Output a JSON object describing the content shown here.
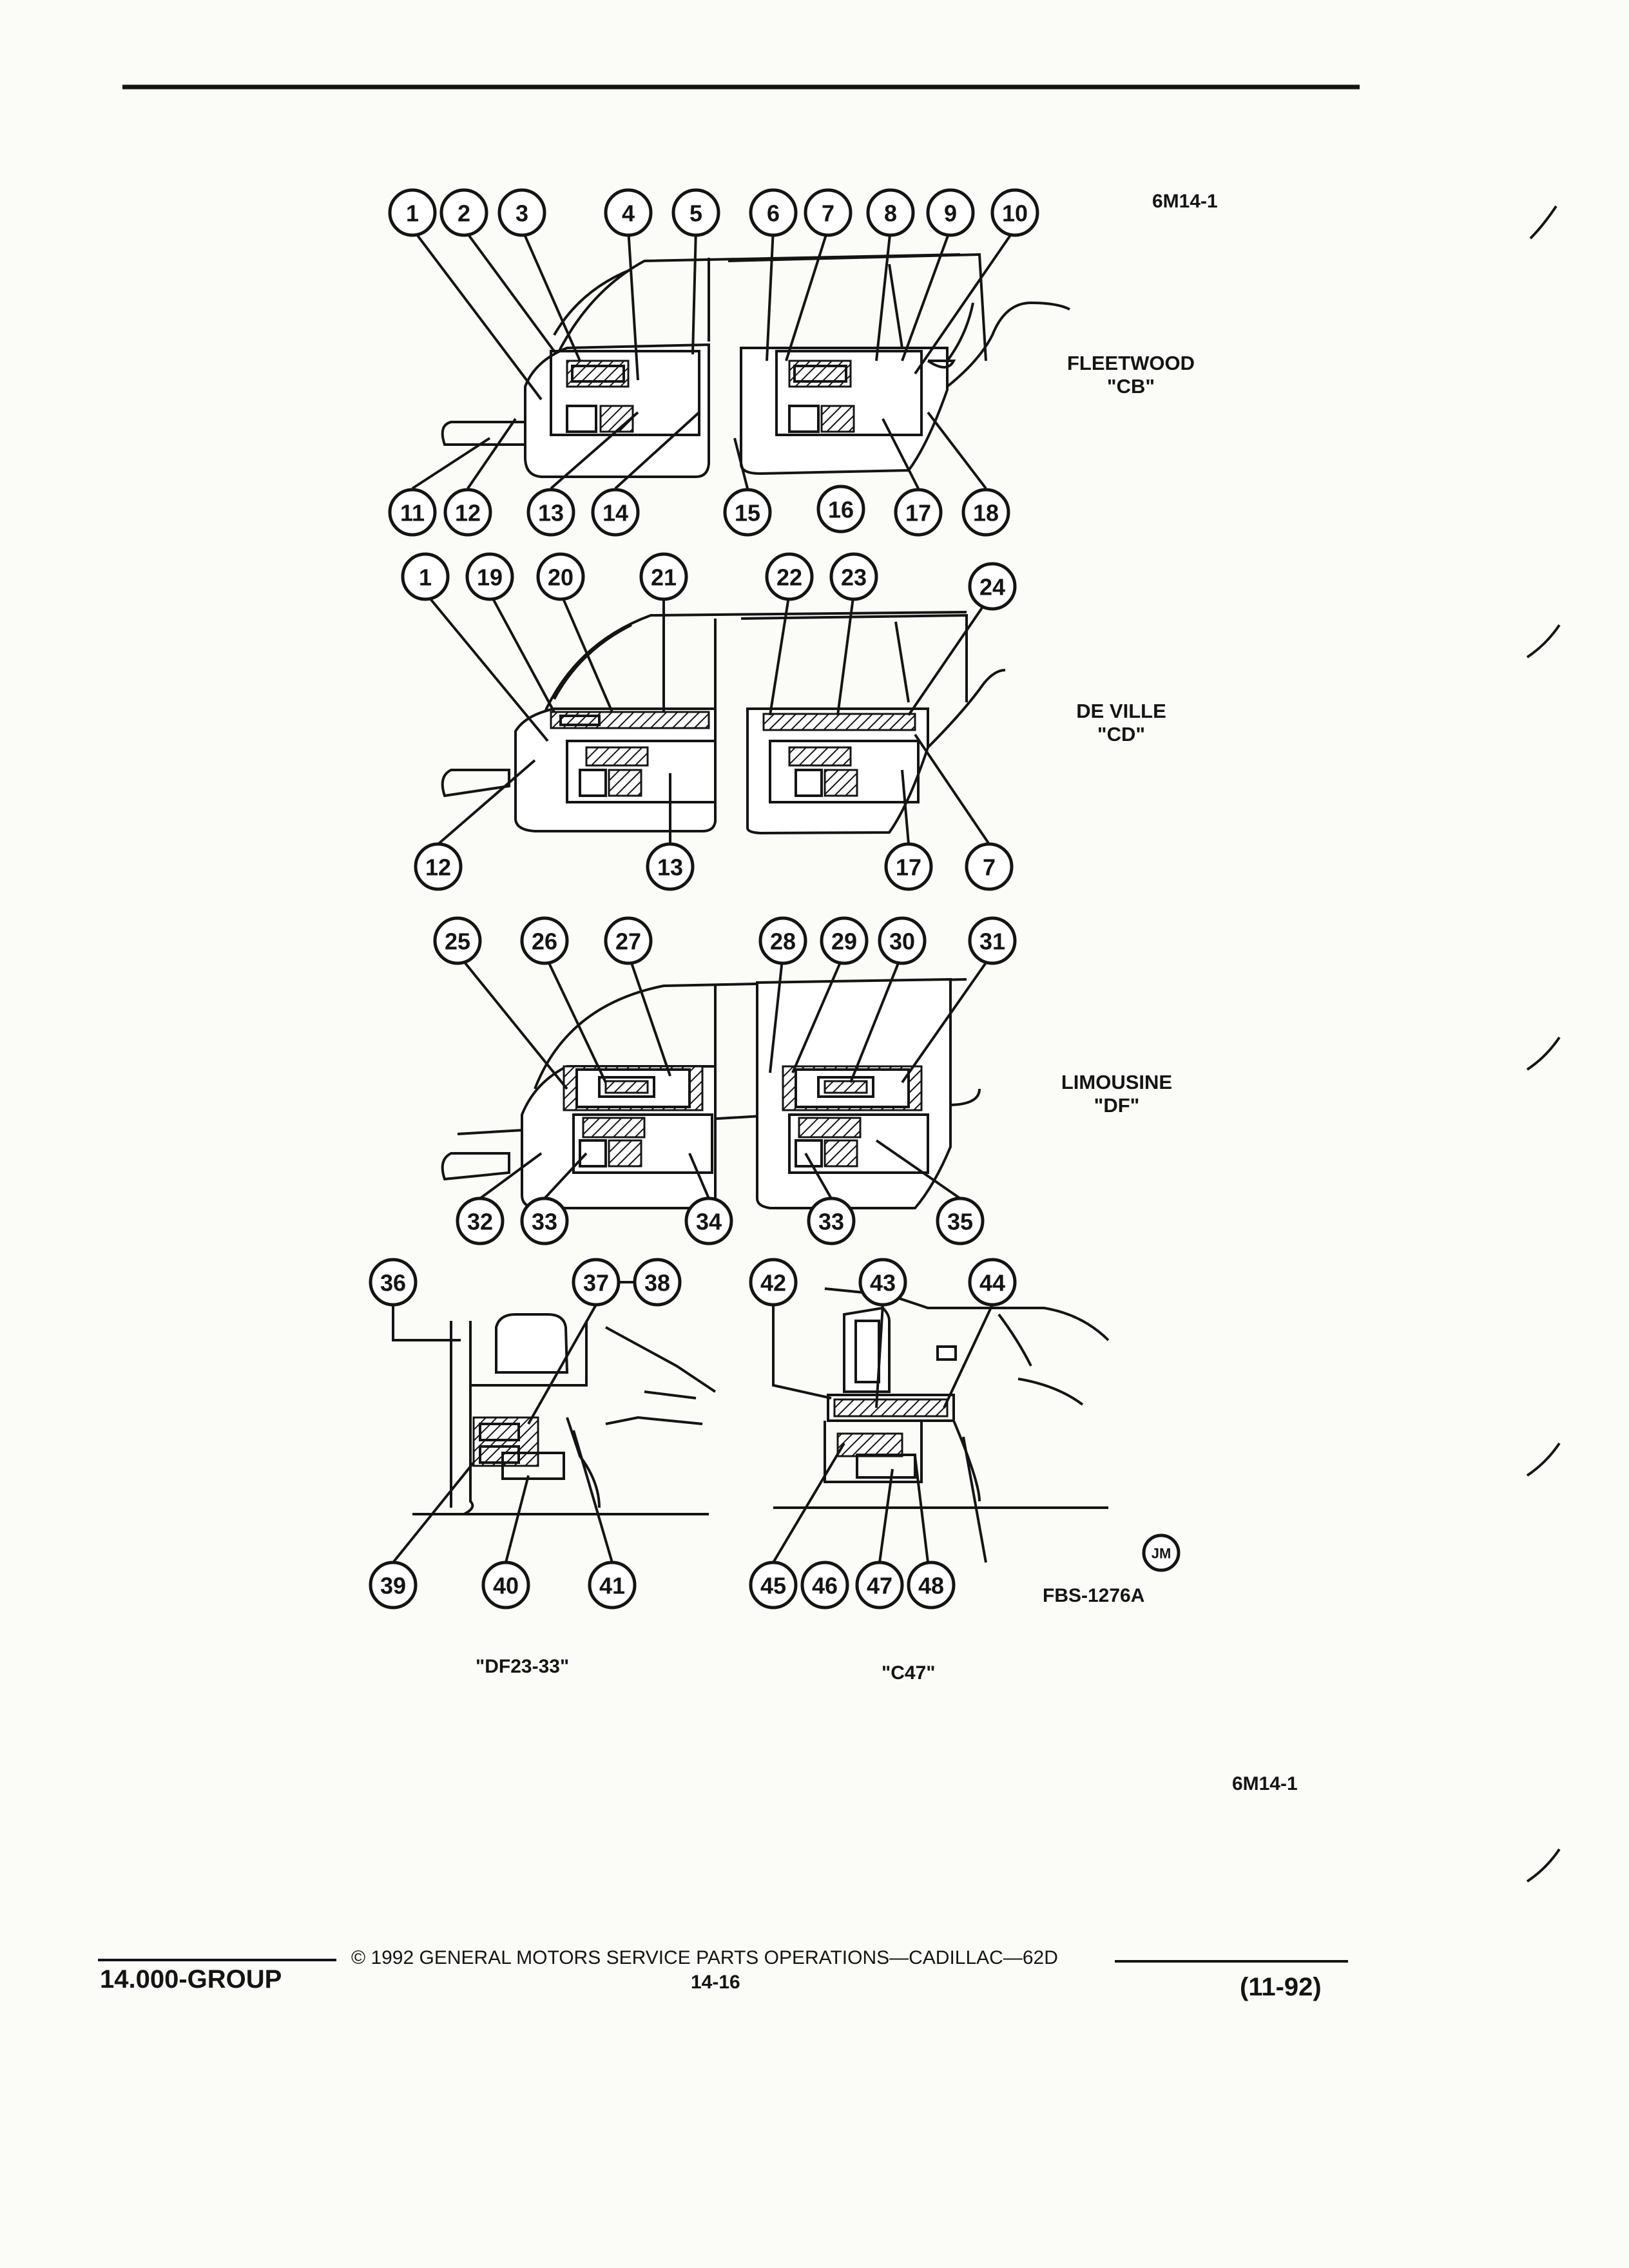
{
  "figure": {
    "code_top": "6M14-1",
    "code_bottom": "6M14-1",
    "fbs": "FBS-1276A",
    "jm_mark": "JM"
  },
  "panels": {
    "fleetwood": {
      "name": "FLEETWOOD",
      "code": "\"CB\""
    },
    "deville": {
      "name": "DE VILLE",
      "code": "\"CD\""
    },
    "limousine": {
      "name": "LIMOUSINE",
      "code": "\"DF\""
    },
    "df23": {
      "code": "\"DF23-33\""
    },
    "c47": {
      "code": "\"C47\""
    }
  },
  "callouts": {
    "fleetwood": [
      "1",
      "2",
      "3",
      "4",
      "5",
      "6",
      "7",
      "8",
      "9",
      "10",
      "11",
      "12",
      "13",
      "14",
      "15",
      "16",
      "17",
      "18"
    ],
    "deville": [
      "1",
      "19",
      "20",
      "21",
      "22",
      "23",
      "24",
      "12",
      "13",
      "17",
      "7"
    ],
    "limousine": [
      "25",
      "26",
      "27",
      "28",
      "29",
      "30",
      "31",
      "32",
      "33",
      "34",
      "33",
      "35"
    ],
    "df23": [
      "36",
      "37",
      "38",
      "39",
      "40",
      "41"
    ],
    "c47": [
      "42",
      "43",
      "44",
      "45",
      "46",
      "47",
      "48"
    ]
  },
  "footer": {
    "group": "14.000-GROUP",
    "copyright": "© 1992 GENERAL MOTORS SERVICE PARTS OPERATIONS—CADILLAC—62D",
    "page": "14-16",
    "date": "(11-92)"
  }
}
